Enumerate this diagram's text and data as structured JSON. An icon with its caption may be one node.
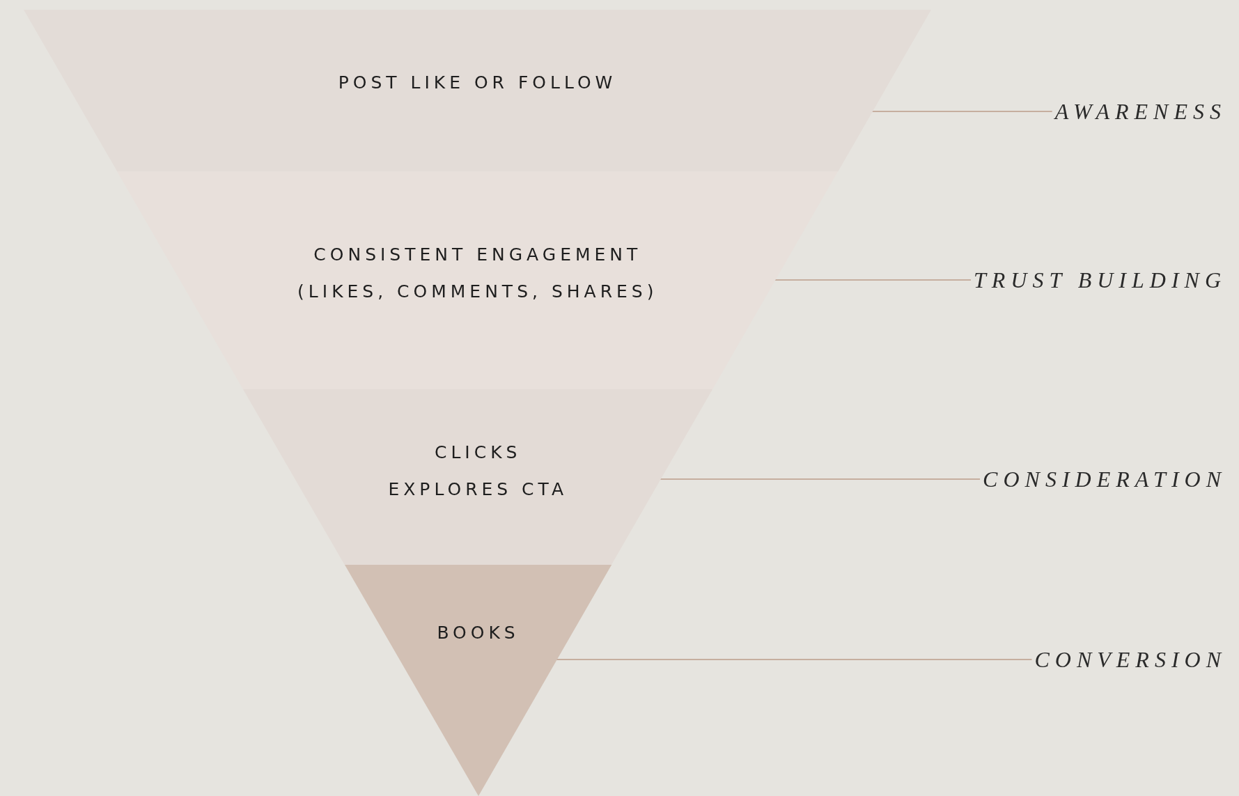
{
  "diagram": {
    "nodes": [
      {
        "text": [
          "POST LIKE OR FOLLOW"
        ]
      },
      {
        "text": [
          "CONSISTENT ENGAGEMENT",
          "(LIKES, COMMENTS, SHARES)"
        ]
      },
      {
        "text": [
          "CLICKS",
          "EXPLORES CTA"
        ]
      },
      {
        "text": [
          "BOOKS"
        ]
      },
      {
        "text": [
          "AWARENESS"
        ]
      },
      {
        "text": [
          "TRUST BUILDING"
        ]
      },
      {
        "text": [
          "CONSIDERATION"
        ]
      },
      {
        "text": [
          "CONVERSION"
        ]
      }
    ],
    "edges": [
      {
        "from": 4,
        "to": 0,
        "arrow": "none"
      },
      {
        "from": 5,
        "to": 1,
        "arrow": "none"
      },
      {
        "from": 6,
        "to": 2,
        "arrow": "none"
      },
      {
        "from": 7,
        "to": 3,
        "arrow": "none"
      }
    ]
  }
}
